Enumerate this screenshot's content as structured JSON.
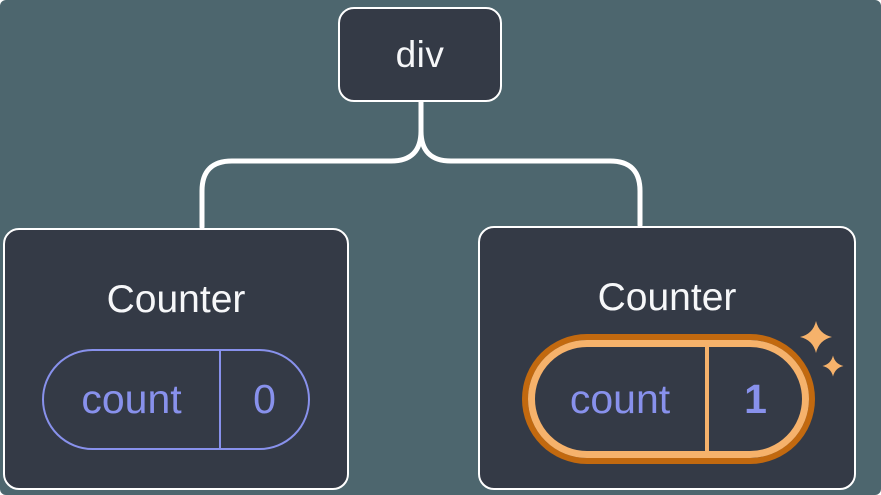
{
  "tree": {
    "root": {
      "label": "div"
    },
    "children": [
      {
        "title": "Counter",
        "state": {
          "label": "count",
          "value": "0"
        },
        "highlighted": false
      },
      {
        "title": "Counter",
        "state": {
          "label": "count",
          "value": "1"
        },
        "highlighted": true
      }
    ]
  },
  "icons": {
    "sparkles": "sparkles-icon"
  },
  "colors": {
    "background": "#4d666e",
    "node_fill": "#343a46",
    "node_border": "#ffffff",
    "connector": "#ffffff",
    "text_primary": "#f6f7f9",
    "state_accent_purple": "#8891ec",
    "highlight_ring_outer": "#c2690f",
    "highlight_ring_inner": "#f6b26b",
    "sparkle": "#f6b26b"
  }
}
